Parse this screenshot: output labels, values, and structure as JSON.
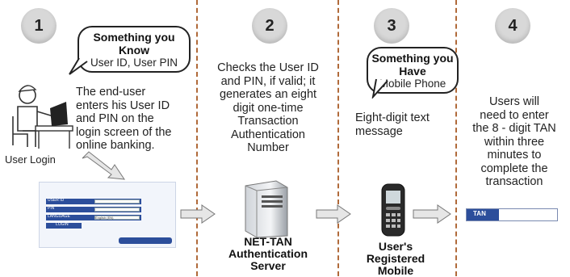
{
  "steps": [
    "1",
    "2",
    "3",
    "4"
  ],
  "know_bubble": {
    "title_line1": "Something you",
    "title_line2": "Know",
    "sub": "User ID, User PIN"
  },
  "have_bubble": {
    "title_line1": "Something you",
    "title_line2": "Have",
    "sub": "Mobile Phone"
  },
  "step1_text": [
    "The end-user",
    "enters his User ID",
    "and PIN on the",
    "login screen of the",
    "online banking."
  ],
  "user_login_label": "User Login",
  "step2_text": [
    "Checks the User ID",
    "and PIN, if valid; it",
    "generates an eight",
    "digit one-time",
    "Transaction",
    "Authentication",
    "Number"
  ],
  "server_label": [
    "NET-TAN",
    "Authentication",
    "Server"
  ],
  "step3_text": [
    "Eight-digit text",
    "message"
  ],
  "mobile_label": [
    "User's",
    "Registered",
    "Mobile"
  ],
  "step4_text": [
    "Users will",
    "need to enter",
    "the 8 - digit TAN",
    "within three",
    "minutes to",
    "complete the",
    "transaction"
  ],
  "login_form": {
    "rows": [
      "USER ID",
      "PIN",
      "LANGUAGE"
    ],
    "language_value": "English (EN)",
    "button": "LOGIN"
  },
  "tan_label": "TAN",
  "colors": {
    "divider": "#b06a3a",
    "form_blue": "#2c4e9b",
    "arrow_fill": "#e6e6e6",
    "circle": "#d8d8d8"
  }
}
